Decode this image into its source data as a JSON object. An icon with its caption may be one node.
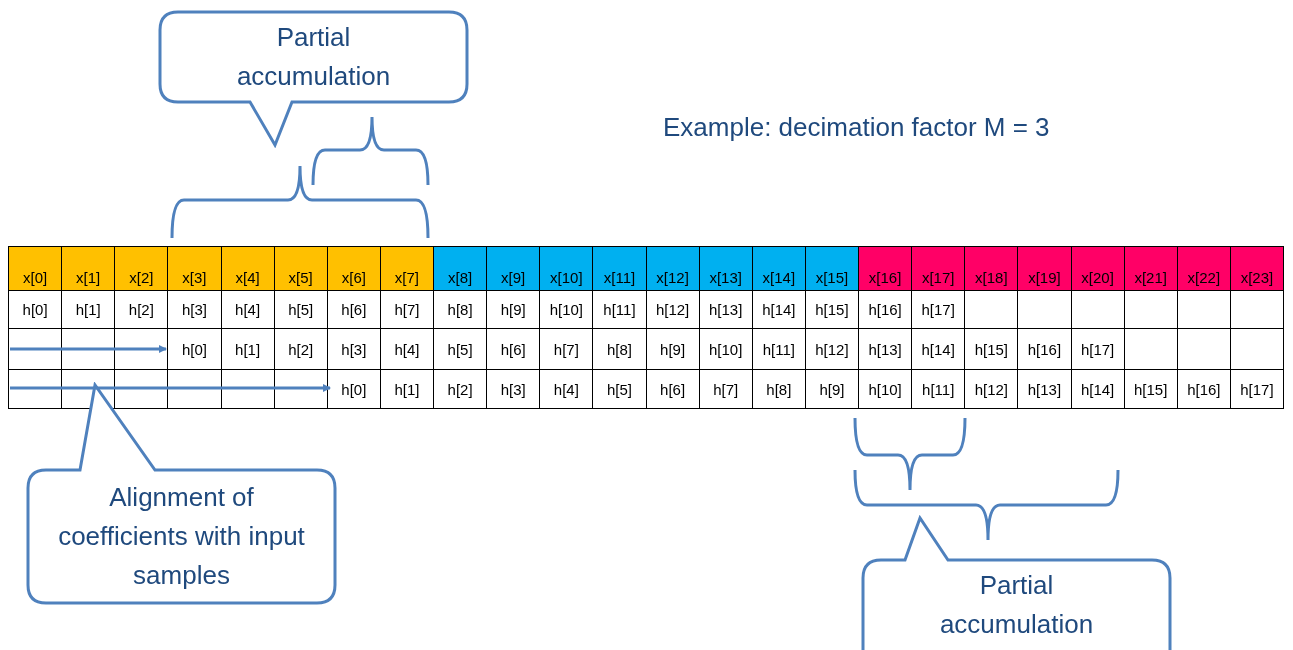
{
  "diagram": {
    "title": "Example: decimation factor M = 3",
    "nodes": [
      {
        "text": [
          "Partial accumulation"
        ]
      },
      {
        "text": [
          "Alignment of coefficients with input samples"
        ]
      },
      {
        "text": [
          "Partial accumulation"
        ]
      }
    ],
    "labels": [
      "x[0]",
      "x[1]",
      "x[2]",
      "x[3]",
      "x[4]",
      "x[5]",
      "x[6]",
      "x[7]",
      "x[8]",
      "x[9]",
      "x[10]",
      "x[11]",
      "x[12]",
      "x[13]",
      "x[14]",
      "x[15]",
      "x[16]",
      "x[17]",
      "x[18]",
      "x[19]",
      "x[20]",
      "x[21]",
      "x[22]",
      "x[23]",
      "h[0]",
      "h[1]",
      "h[2]",
      "h[3]",
      "h[4]",
      "h[5]",
      "h[6]",
      "h[7]",
      "h[8]",
      "h[9]",
      "h[10]",
      "h[11]",
      "h[12]",
      "h[13]",
      "h[14]",
      "h[15]",
      "h[16]",
      "h[17]",
      "h[0]",
      "h[1]",
      "h[2]",
      "h[3]",
      "h[4]",
      "h[5]",
      "h[6]",
      "h[7]",
      "h[8]",
      "h[9]",
      "h[10]",
      "h[11]",
      "h[12]",
      "h[13]",
      "h[14]",
      "h[15]",
      "h[16]",
      "h[17]",
      "h[0]",
      "h[1]",
      "h[2]",
      "h[3]",
      "h[4]",
      "h[5]",
      "h[6]",
      "h[7]",
      "h[8]",
      "h[9]",
      "h[10]",
      "h[11]",
      "h[12]",
      "h[13]",
      "h[14]",
      "h[15]",
      "h[16]",
      "h[17]"
    ]
  }
}
